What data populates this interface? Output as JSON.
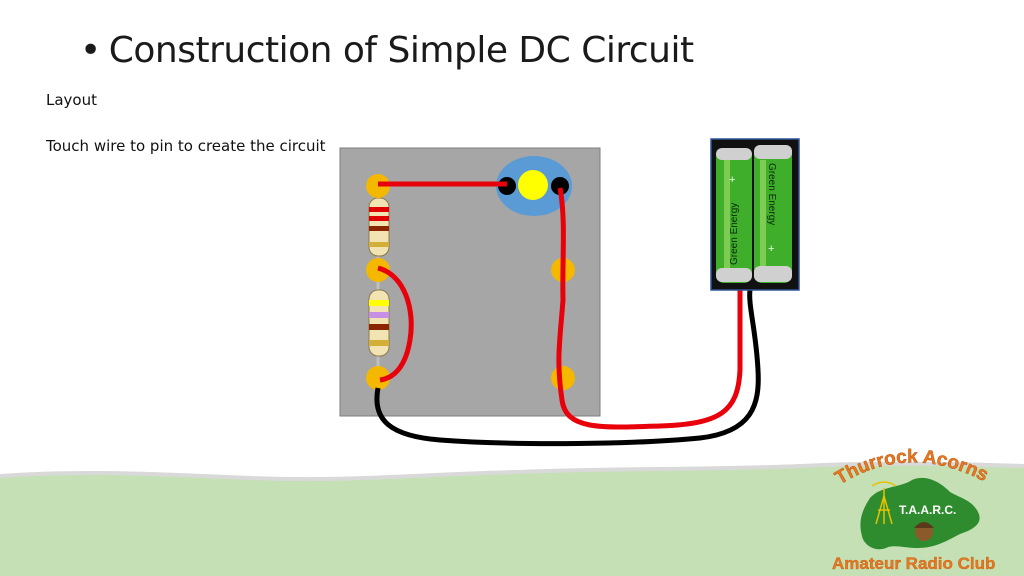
{
  "slide": {
    "title": "Construction of Simple DC Circuit",
    "bullet": "•",
    "lines": [
      "Layout",
      "Touch wire to pin to create the circuit"
    ]
  },
  "battery": {
    "label_left": "Green Energy",
    "label_right": "Green Energy",
    "plus_symbol": "+"
  },
  "logo": {
    "top_text": "Thurrock Acorns",
    "badge_text": "T.A.A.R.C.",
    "bottom_text": "Amateur Radio Club"
  },
  "colors": {
    "board": "#a6a6a6",
    "pin": "#f5b800",
    "wire_red": "#e8000b",
    "wire_black": "#000000",
    "lamp_base": "#5b9bd5",
    "lamp_bulb": "#ffff00",
    "battery_green": "#3fae2a",
    "ground_green": "#c5e0b4",
    "logo_orange": "#e87722",
    "logo_green": "#2e8b2e"
  }
}
